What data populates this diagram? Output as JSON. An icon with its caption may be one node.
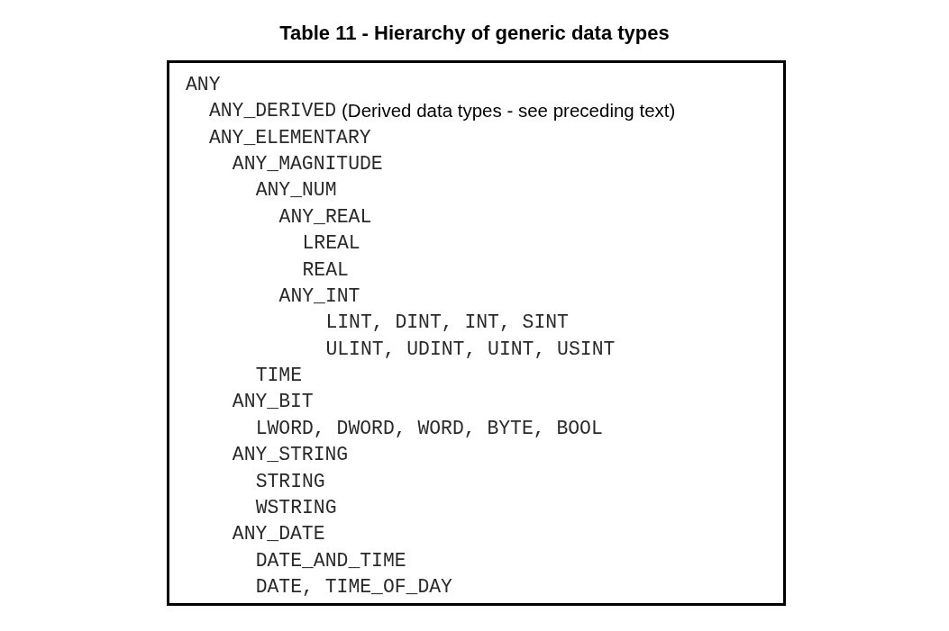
{
  "diagram": {
    "title": "Table 11 - Hierarchy of generic data types",
    "nodes": [
      {
        "text": [
          "ANY",
          "ANY_DERIVED",
          "(Derived data types - see preceding text)",
          "ANY_ELEMENTARY",
          "ANY_MAGNITUDE",
          "ANY_NUM",
          "ANY_REAL",
          "LREAL",
          "REAL",
          "ANY_INT",
          "LINT, DINT, INT, SINT",
          "ULINT, UDINT, UINT, USINT",
          "TIME",
          "ANY_BIT",
          "LWORD, DWORD, WORD, BYTE, BOOL",
          "ANY_STRING",
          "STRING",
          "WSTRING",
          "ANY_DATE",
          "DATE_AND_TIME",
          "DATE, TIME_OF_DAY"
        ]
      }
    ]
  }
}
